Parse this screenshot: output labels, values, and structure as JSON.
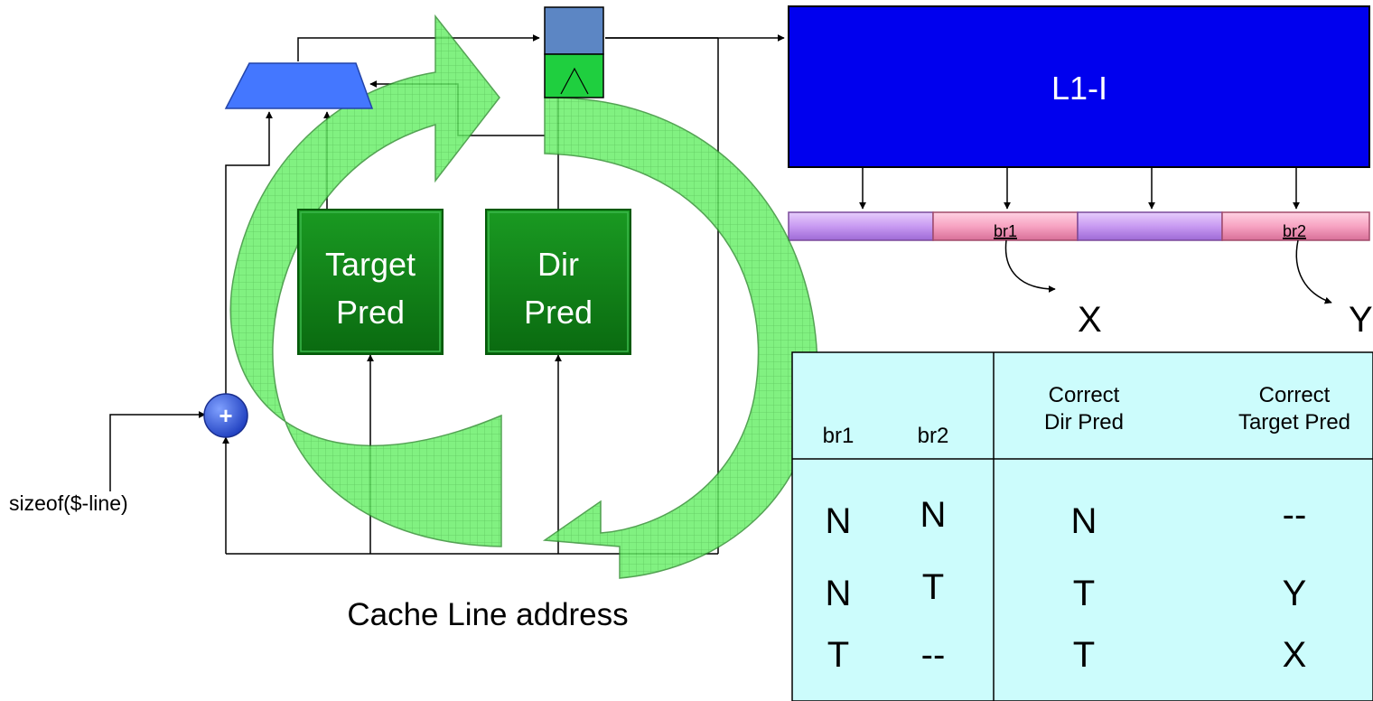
{
  "diagram": {
    "cache_label": "L1-I",
    "target_pred": [
      "Target",
      "Pred"
    ],
    "dir_pred": [
      "Dir",
      "Pred"
    ],
    "adder_symbol": "+",
    "size_label": "sizeof($-line)",
    "address_label": "Cache Line address",
    "cache_line_slots": [
      "",
      "br1",
      "",
      "br2"
    ],
    "branch_targets": [
      "X",
      "Y"
    ]
  },
  "table": {
    "headers": {
      "br1": "br1",
      "br2": "br2",
      "dir": [
        "Correct",
        "Dir Pred"
      ],
      "target": [
        "Correct",
        "Target Pred"
      ]
    },
    "rows": [
      {
        "br1": "N",
        "br2": "N",
        "dir": "N",
        "target": "--"
      },
      {
        "br1": "N",
        "br2": "T",
        "dir": "T",
        "target": "Y"
      },
      {
        "br1": "T",
        "br2": "--",
        "dir": "T",
        "target": "X"
      }
    ]
  },
  "colors": {
    "cache": "#0000ee",
    "predictor": "#0b7a14",
    "cycle_arrow": "#66ee66",
    "slot_purple": "#c89af2",
    "slot_pink": "#f7a3c2",
    "table_bg": "#ccfcfc",
    "adder": "#3355dd",
    "mux": "#4477ff",
    "latch": "#5c86c4"
  }
}
